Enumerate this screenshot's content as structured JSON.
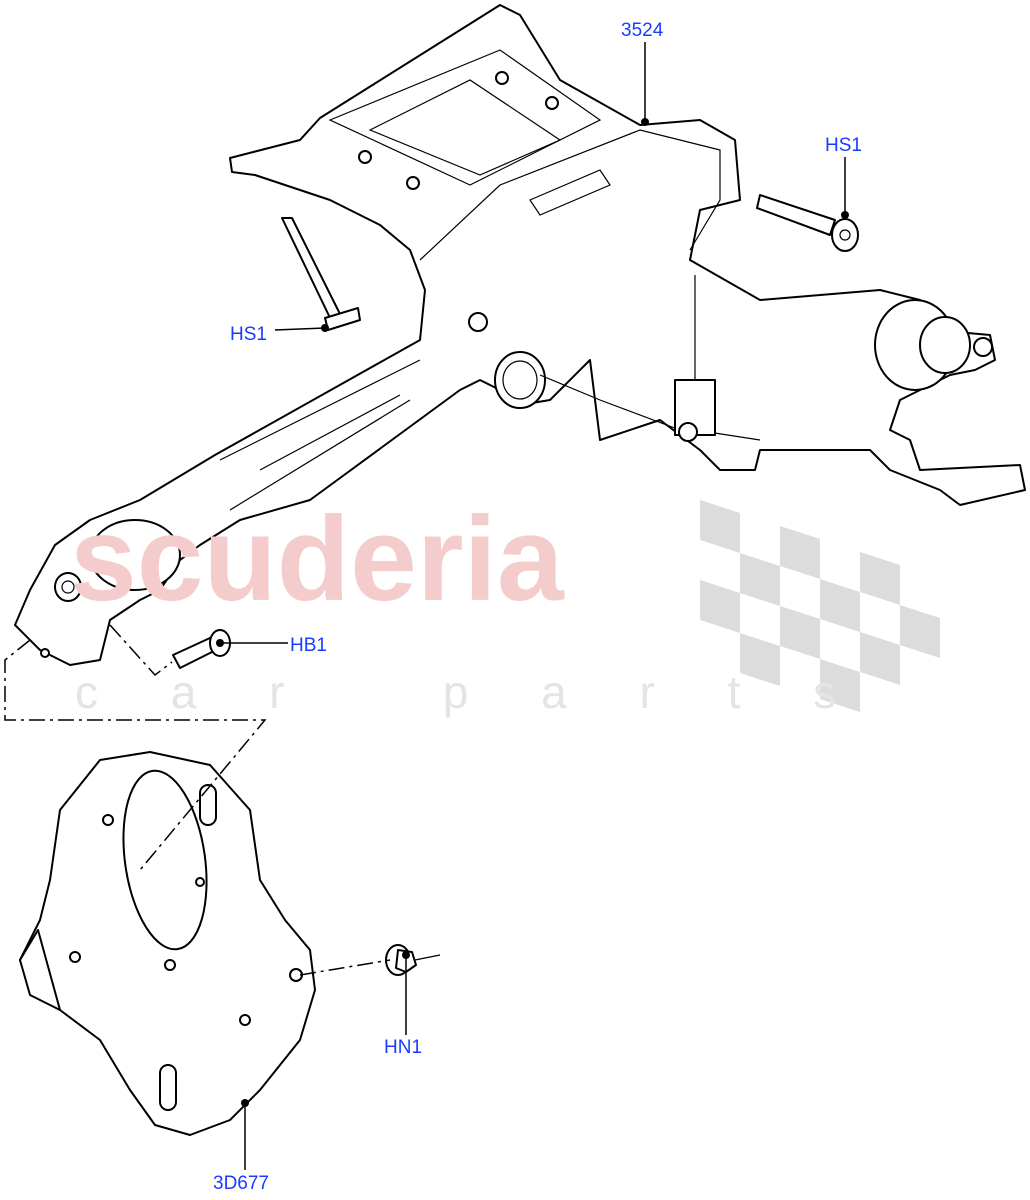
{
  "labels": {
    "column": "3524",
    "hs1_right": "HS1",
    "hs1_left": "HS1",
    "hb1": "HB1",
    "hn1": "HN1",
    "plate": "3D677"
  },
  "watermark": {
    "line1": "scuderia",
    "line2": "c a r   p a r t s"
  },
  "colors": {
    "label": "#1a3cff",
    "watermark_red": "#f2c4c4",
    "watermark_grey": "#d8d8d8"
  }
}
